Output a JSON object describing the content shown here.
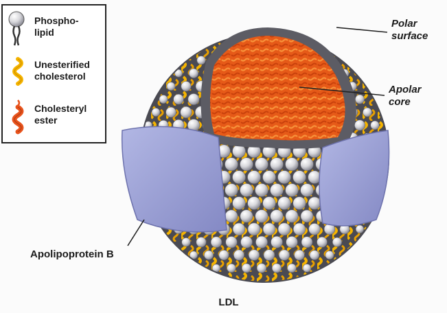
{
  "legend": {
    "items": [
      {
        "label": "Phospho-\nlipid",
        "icon": "phospholipid-icon"
      },
      {
        "label": "Unesterified\ncholesterol",
        "icon": "cholesterol-icon"
      },
      {
        "label": "Cholesteryl\nester",
        "icon": "cholesteryl-ester-icon"
      }
    ]
  },
  "labels": {
    "polar_surface": "Polar\nsurface",
    "apolar_core": "Apolar\ncore",
    "apolipoprotein": "Apolipoprotein B",
    "caption": "LDL"
  },
  "colors": {
    "phospholipid_head": "#d8d8dc",
    "phospholipid_shadow": "#8e8e98",
    "cholesterol": "#f5b400",
    "ester": "#e8531c",
    "apoprotein": "#9da3d6",
    "outline": "#222222"
  }
}
